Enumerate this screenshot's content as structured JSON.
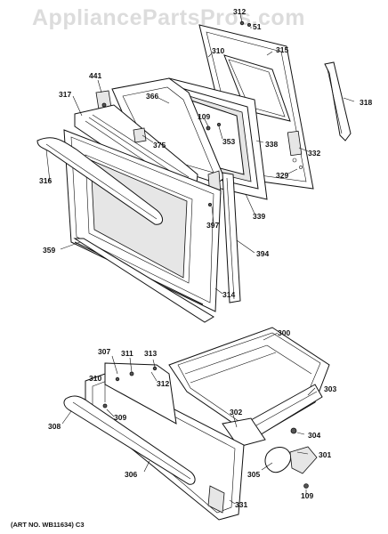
{
  "watermark": "AppliancePartsPros.com",
  "art_number": "(ART NO. WB11634) C3",
  "callouts": {
    "c312a": "312",
    "c51": "51",
    "c315": "315",
    "c310a": "310",
    "c318": "318",
    "c441": "441",
    "c366": "366",
    "c317": "317",
    "c109a": "109",
    "c353": "353",
    "c375": "375",
    "c338": "338",
    "c332": "332",
    "c329": "329",
    "c316": "316",
    "c339": "339",
    "c397": "397",
    "c394": "394",
    "c359": "359",
    "c314": "314",
    "c300": "300",
    "c307": "307",
    "c311": "311",
    "c313": "313",
    "c312b": "312",
    "c310b": "310",
    "c303": "303",
    "c309": "309",
    "c302": "302",
    "c308": "308",
    "c304": "304",
    "c301": "301",
    "c306": "306",
    "c305": "305",
    "c109b": "109",
    "c331": "331"
  }
}
